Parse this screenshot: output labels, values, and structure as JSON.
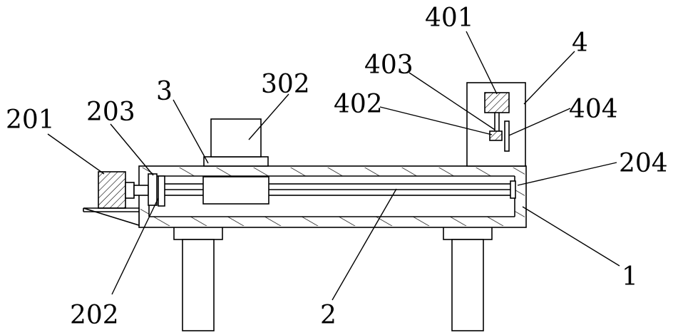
{
  "labels": {
    "l401": "401",
    "l4": "4",
    "l403": "403",
    "l402": "402",
    "l404": "404",
    "l3": "3",
    "l302": "302",
    "l203": "203",
    "l201": "201",
    "l204": "204",
    "l1": "1",
    "l202": "202",
    "l2": "2"
  }
}
